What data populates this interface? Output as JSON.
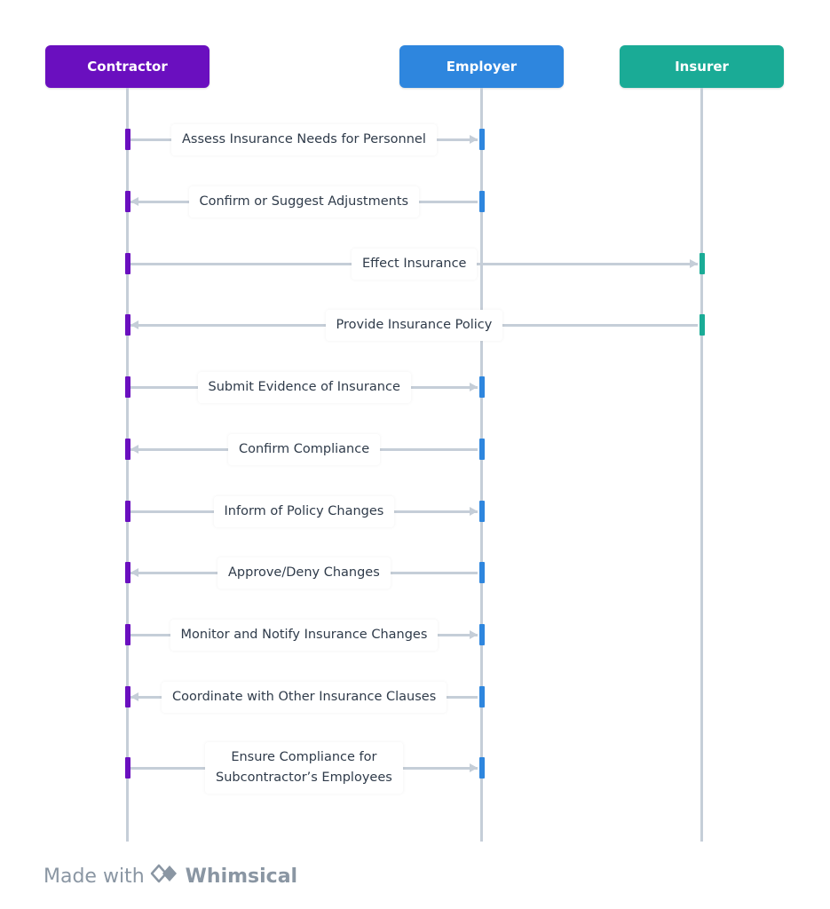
{
  "actors": [
    {
      "id": "contractor",
      "label": "Contractor",
      "color": "#6a0fbf"
    },
    {
      "id": "employer",
      "label": "Employer",
      "color": "#2e86de"
    },
    {
      "id": "insurer",
      "label": "Insurer",
      "color": "#1aab96"
    }
  ],
  "messages": [
    {
      "from": "contractor",
      "to": "employer",
      "text": "Assess Insurance Needs for Personnel"
    },
    {
      "from": "employer",
      "to": "contractor",
      "text": "Confirm or Suggest Adjustments"
    },
    {
      "from": "contractor",
      "to": "insurer",
      "text": "Effect Insurance"
    },
    {
      "from": "insurer",
      "to": "contractor",
      "text": "Provide Insurance Policy"
    },
    {
      "from": "contractor",
      "to": "employer",
      "text": "Submit Evidence of Insurance"
    },
    {
      "from": "employer",
      "to": "contractor",
      "text": "Confirm Compliance"
    },
    {
      "from": "contractor",
      "to": "employer",
      "text": "Inform of Policy Changes"
    },
    {
      "from": "employer",
      "to": "contractor",
      "text": "Approve/Deny Changes"
    },
    {
      "from": "contractor",
      "to": "employer",
      "text": "Monitor and Notify Insurance Changes"
    },
    {
      "from": "employer",
      "to": "contractor",
      "text": "Coordinate with Other Insurance Clauses"
    },
    {
      "from": "contractor",
      "to": "employer",
      "text": "Ensure Compliance for\nSubcontractor’s Employees"
    }
  ],
  "footer": {
    "prefix": "Made with",
    "icon": "whimsical-logo-icon",
    "brand": "Whimsical"
  }
}
